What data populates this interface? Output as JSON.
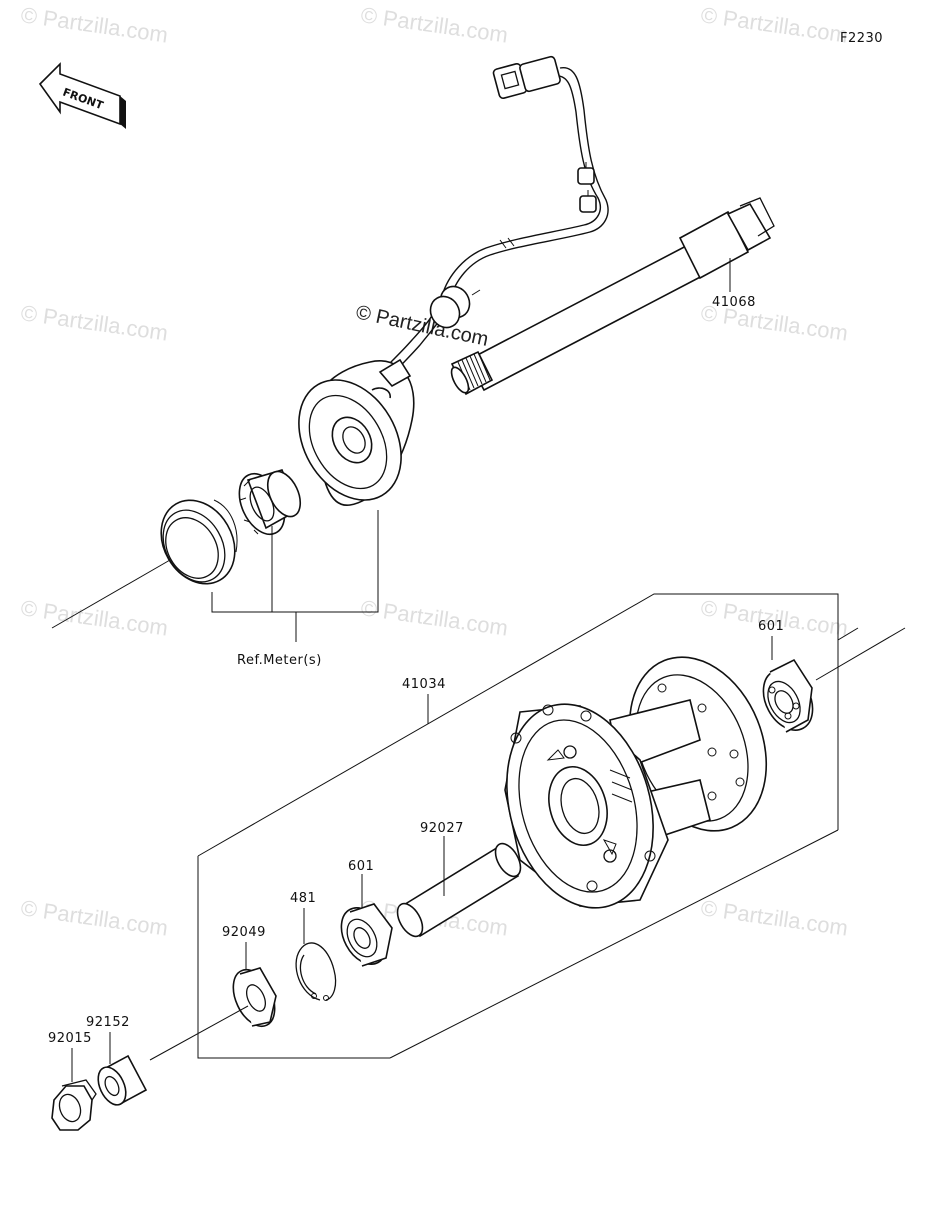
{
  "diagram": {
    "code": "F2230",
    "front_label": "FRONT",
    "watermark": "© Partzilla.com",
    "center_watermark": "© Partzilla.com",
    "ref_label": "Ref.Meter(s)",
    "parts": {
      "axle": "41068",
      "hub": "41034",
      "bearing_right": "601",
      "spacer": "92027",
      "bearing_left": "601",
      "circlip": "481",
      "washer": "92049",
      "collar": "92152",
      "nut": "92015"
    }
  }
}
